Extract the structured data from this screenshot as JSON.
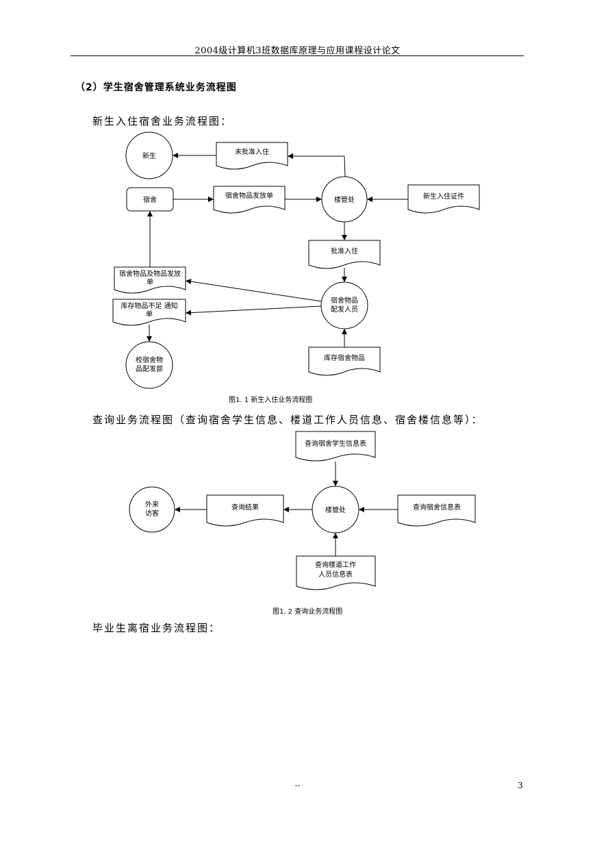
{
  "header": {
    "title": "2004级计算机3班数据库原理与应用课程设计论文"
  },
  "section": {
    "title": "（2）学生宿舍管理系统业务流程图"
  },
  "fig1": {
    "intro": "新生入住宿舍业务流程图：",
    "nodes": {
      "new_student": "新生",
      "not_approved": "未批准入住",
      "dorm": "宿舍",
      "dorm_items_slip": "宿舍物品发放单",
      "building_office": "楼管处",
      "new_student_cert": "新生入住证件",
      "approved": "批准入住",
      "items_slip_line1": "宿舍物品及物品发放",
      "items_slip_line2": "单",
      "shortage_line1": "库存物品不足  通知",
      "shortage_line2": "单",
      "staff_line1": "宿舍物品",
      "staff_line2": "配发人员",
      "dept_line1": "校宿舍物",
      "dept_line2": "品配发部",
      "stock_items": "库存宿舍物品"
    },
    "caption": "图1. 1  新生入住业务流程图"
  },
  "fig2": {
    "intro": "查询业务流程图（查询宿舍学生信息、楼道工作人员信息、宿舍楼信息等）：",
    "nodes": {
      "student_info_table": "查询宿舍学生信息表",
      "visitor_line1": "外来",
      "visitor_line2": "访客",
      "query_result": "查询结果",
      "building_office": "楼管处",
      "dorm_info_table": "查询宿舍信息表",
      "staff_table_line1": "查询楼道工作",
      "staff_table_line2": "人员信息表"
    },
    "caption": "图1. 2  查询业务流程图"
  },
  "fig3": {
    "intro": "毕业生离宿业务流程图："
  },
  "footer": {
    "dash": "--",
    "page_number": "3"
  }
}
